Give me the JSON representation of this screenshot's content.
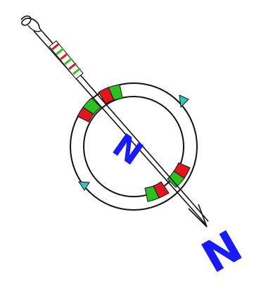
{
  "figure": {
    "center_label": "N",
    "corner_label": "N",
    "colors": {
      "outline": "#111111",
      "accent_blue": "#1a1aff",
      "band_red": "#e0181e",
      "band_green": "#29c21f",
      "marker_cyan": "#27c8c0",
      "background": "#ffffff"
    },
    "icons": [
      "compass-ring",
      "needle",
      "knot",
      "tick-marker"
    ]
  }
}
